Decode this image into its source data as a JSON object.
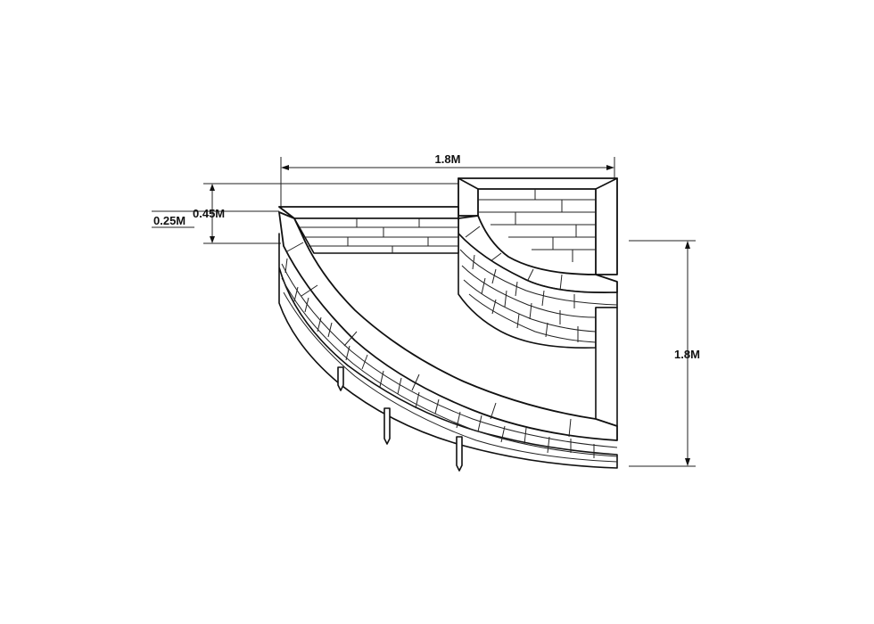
{
  "diagram": {
    "subject": "two-tier curved corner raised garden bed",
    "dimensions": {
      "top_width": "1.8M",
      "right_depth": "1.8M",
      "overall_height": "0.45M",
      "lower_tier_height": "0.25M"
    },
    "line_color": "#111111",
    "background": "#ffffff"
  }
}
